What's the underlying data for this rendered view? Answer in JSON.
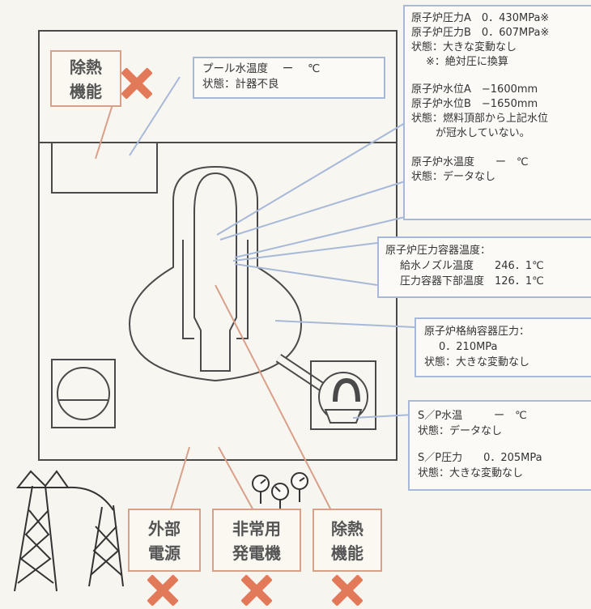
{
  "pool_panel": {
    "line1": "プール水温度　 ー　 ℃",
    "line2": "状態：計器不良"
  },
  "reactor_pressure_panel": {
    "pressure_a": "原子炉圧力A　0．430MPa※",
    "pressure_b": "原子炉圧力B　0．607MPa※",
    "state": "状態：大きな変動なし",
    "note": "※：絶対圧に換算",
    "level_a": "原子炉水位A　−1600mm",
    "level_b": "原子炉水位B　−1650mm",
    "level_state_1": "状態：燃料頂部から上記水位",
    "level_state_2": "が冠水していない。",
    "water_temp": "原子炉水温度　　ー　℃",
    "water_temp_state": "状態：データなし"
  },
  "vessel_temp_panel": {
    "title": "原子炉圧力容器温度：",
    "feed_nozzle": "給水ノズル温度　　246．1℃",
    "lower_temp": "圧力容器下部温度　126．1℃"
  },
  "containment_panel": {
    "title": "原子炉格納容器圧力：",
    "value": "0．210MPa",
    "state": "状態：大きな変動なし"
  },
  "sp_panel": {
    "water_temp": "S／P水温　　　ー　℃",
    "water_temp_state": "状態：データなし",
    "pressure": "S／P圧力　　0．205MPa",
    "pressure_state": "状態：大きな変動なし"
  },
  "labels": {
    "heat_removal_top_1": "除熱",
    "heat_removal_top_2": "機能",
    "external_power_1": "外部",
    "external_power_2": "電源",
    "emergency_gen_1": "非常用",
    "emergency_gen_2": "発電機",
    "heat_removal_bottom_1": "除熱",
    "heat_removal_bottom_2": "機能"
  },
  "colors": {
    "panel_border": "#a7b9d8",
    "label_border": "#d9a089",
    "x_mark": "#e27a5a",
    "diagram_line": "#444444"
  },
  "icons": [
    "x-mark-icon",
    "power-tower-icon",
    "gauge-icon"
  ]
}
